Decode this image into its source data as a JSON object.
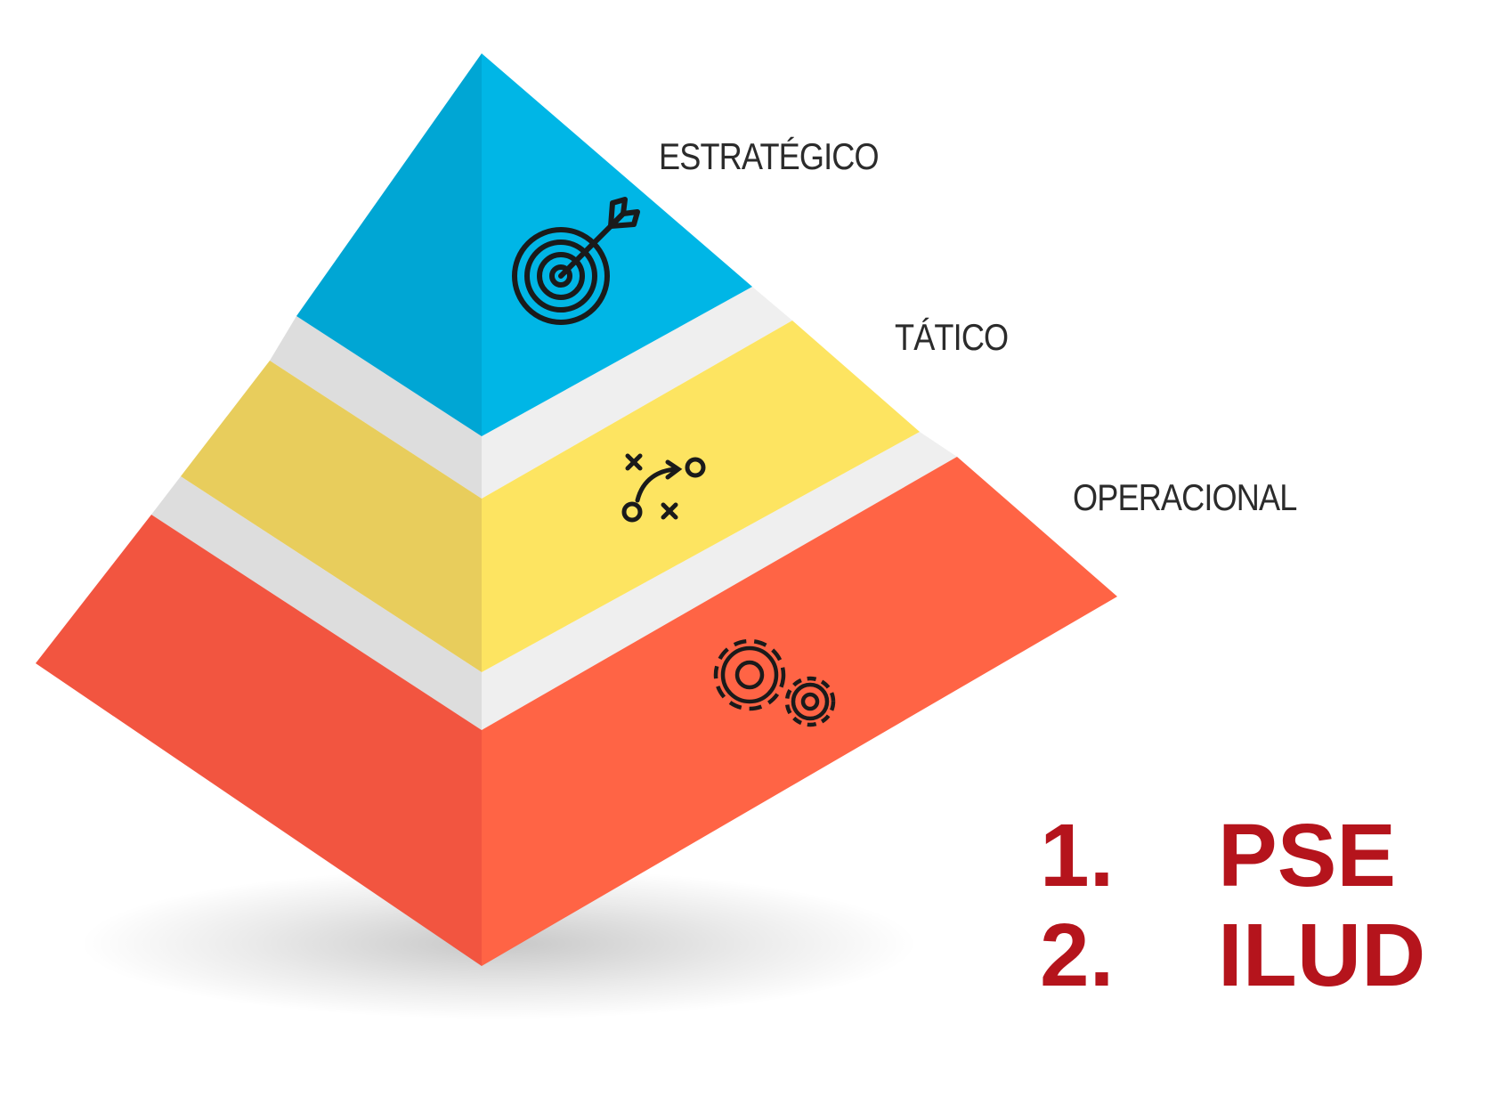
{
  "levels": [
    {
      "label": "ESTRATÉGICO",
      "icon": "target-icon",
      "color_front": "#00b6e6",
      "color_side": "#00a6d4"
    },
    {
      "label": "TÁTICO",
      "icon": "strategy-plan-icon",
      "color_front": "#fde461",
      "color_side": "#e8cd5c"
    },
    {
      "label": "OPERACIONAL",
      "icon": "gears-icon",
      "color_front": "#ff6445",
      "color_side": "#f25540"
    }
  ],
  "list": {
    "color": "#b5141c",
    "items": [
      {
        "number": "1.",
        "text": "PSE"
      },
      {
        "number": "2.",
        "text": "ILUD"
      }
    ]
  }
}
